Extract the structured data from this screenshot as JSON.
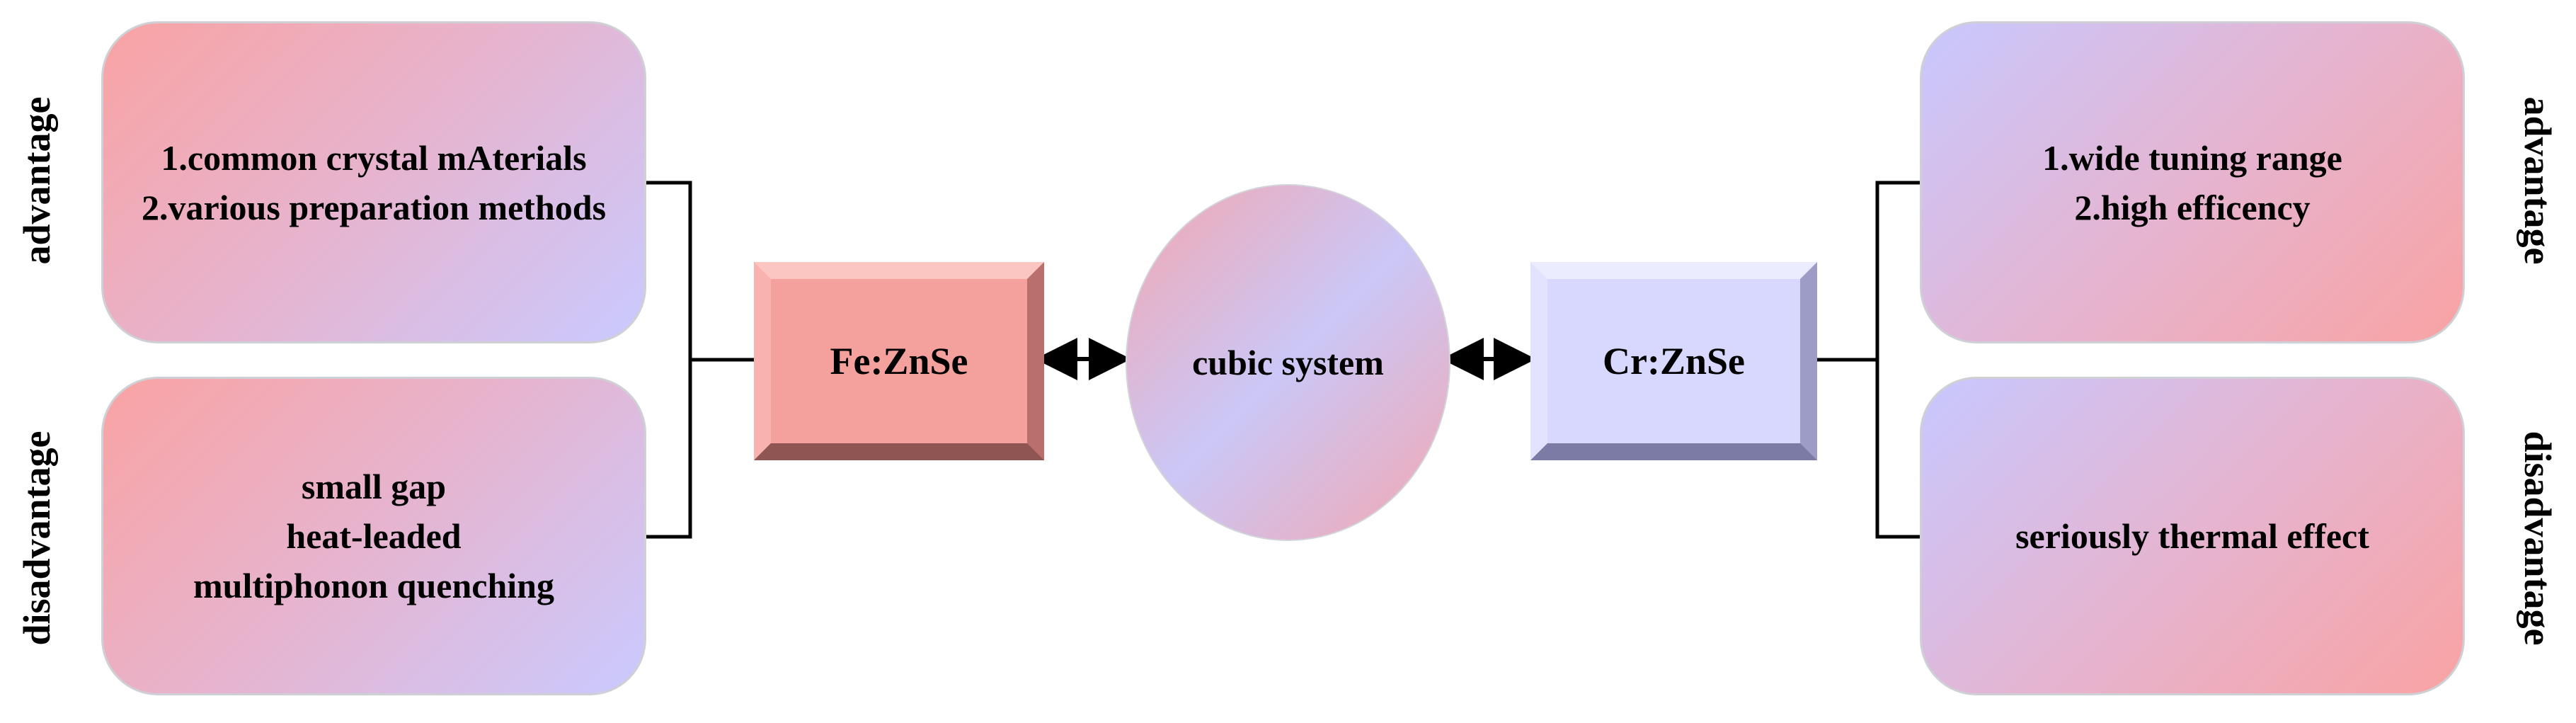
{
  "left": {
    "advantage_label": "advantage",
    "disadvantage_label": "disadvantage",
    "advantage_lines": [
      "1.common crystal mAterials",
      "2.various preparation methods"
    ],
    "disadvantage_lines": [
      "small gap",
      "heat-leaded",
      "multiphonon quenching"
    ]
  },
  "center": {
    "fe_label": "Fe:ZnSe",
    "cubic_label": "cubic system",
    "cr_label": "Cr:ZnSe"
  },
  "right": {
    "advantage_label": "advantage",
    "disadvantage_label": "disadvantage",
    "advantage_lines": [
      "1.wide tuning range",
      "2.high efficency"
    ],
    "disadvantage_lines": [
      "seriously thermal effect"
    ]
  },
  "colors": {
    "fe_box": "#f4a19d",
    "cr_box": "#d8d8ff",
    "pink": "#f9a3a3",
    "lavender": "#cacaff"
  }
}
